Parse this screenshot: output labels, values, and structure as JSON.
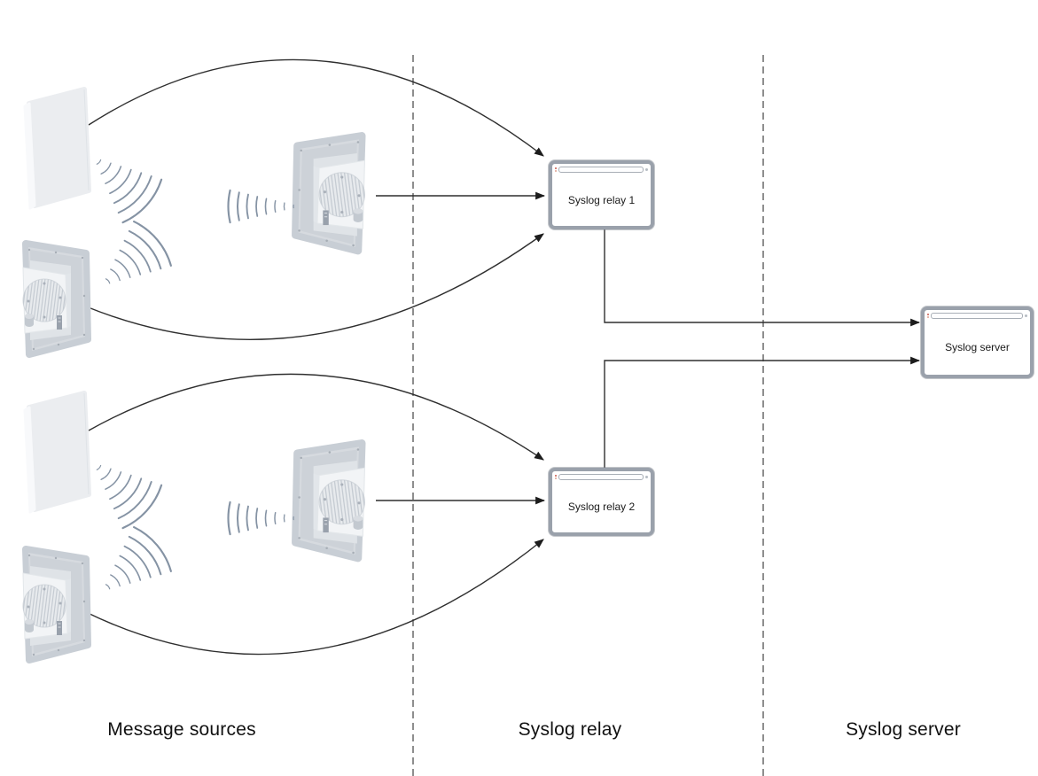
{
  "title": "Syslog architecture diagram",
  "nodes": {
    "relay1": {
      "label": "Syslog relay 1"
    },
    "relay2": {
      "label": "Syslog relay 2"
    },
    "server": {
      "label": "Syslog server"
    }
  },
  "sections": {
    "sources": {
      "label": "Message sources"
    },
    "relay": {
      "label": "Syslog relay"
    },
    "server": {
      "label": "Syslog server"
    }
  },
  "colors": {
    "node_border": "#9aa1ab",
    "connector": "#2f2f2f",
    "divider": "#7b7b7b",
    "wave": "#8593a4"
  },
  "icons": {
    "node_icon": "browser-window-icon",
    "source_icons": [
      "panel-device-icon",
      "speaker-device-icon",
      "sound-waves-icon"
    ]
  }
}
